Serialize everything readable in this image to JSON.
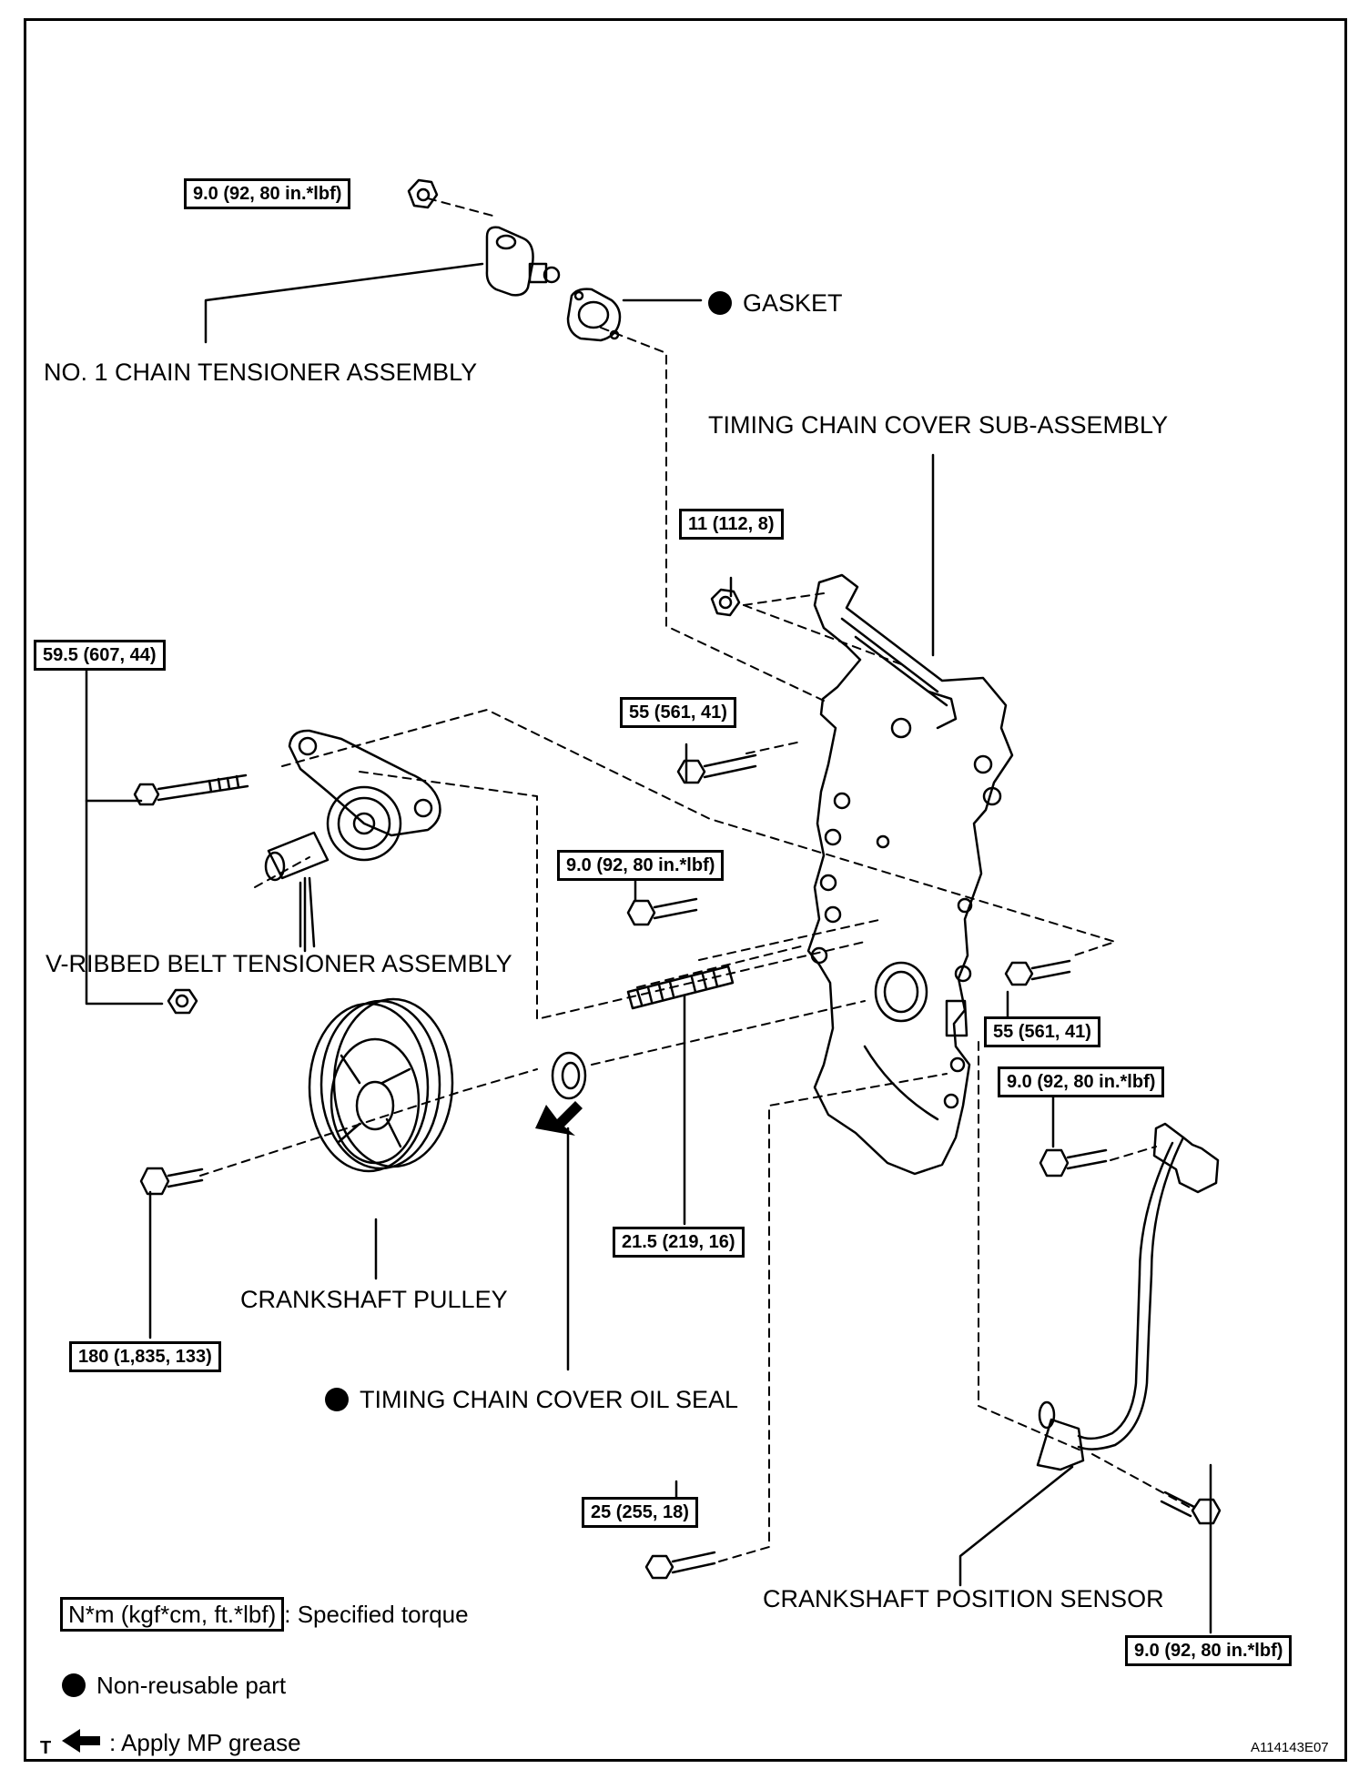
{
  "parts": {
    "chain_tensioner": "NO. 1 CHAIN TENSIONER ASSEMBLY",
    "gasket": "GASKET",
    "cover_sub_assembly": "TIMING CHAIN COVER SUB-ASSEMBLY",
    "belt_tensioner": "V-RIBBED BELT TENSIONER ASSEMBLY",
    "crankshaft_pulley": "CRANKSHAFT PULLEY",
    "oil_seal": "TIMING CHAIN COVER OIL SEAL",
    "crank_sensor": "CRANKSHAFT POSITION SENSOR"
  },
  "torques": {
    "tensioner_nut": "9.0 (92, 80 in.*lbf)",
    "cover_nut_top": "11 (112, 8)",
    "belt_tensioner_bolts": "59.5 (607, 44)",
    "cover_bolt_upper": "55 (561, 41)",
    "cover_bolt_mid": "9.0 (92, 80 in.*lbf)",
    "cover_bolt_right": "55 (561, 41)",
    "sensor_bracket_bolt": "9.0 (92, 80 in.*lbf)",
    "stud": "21.5 (219, 16)",
    "pulley_bolt": "180 (1,835, 133)",
    "cover_bolt_lower": "25 (255, 18)",
    "sensor_bolt": "9.0 (92, 80 in.*lbf)"
  },
  "legend": {
    "torque_unit": "N*m (kgf*cm, ft.*lbf)",
    "torque_desc": ": Specified torque",
    "nonreusable": "Non-reusable part",
    "grease": ": Apply MP grease"
  },
  "corner_letter": "T",
  "figure_id": "A114143E07"
}
